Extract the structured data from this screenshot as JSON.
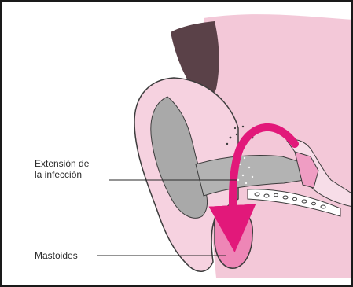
{
  "labels": {
    "infection_line1": "Extensión de",
    "infection_line2": "la infección",
    "mastoid": "Mastoides"
  },
  "colors": {
    "skin": "#f3c8d8",
    "outer_ear": "#f6d2e0",
    "canal_gray": "#a9a9a9",
    "hair": "#5a4148",
    "arrow": "#e2187a",
    "mastoid": "#ee86b6",
    "outline": "#3c3c3c"
  }
}
